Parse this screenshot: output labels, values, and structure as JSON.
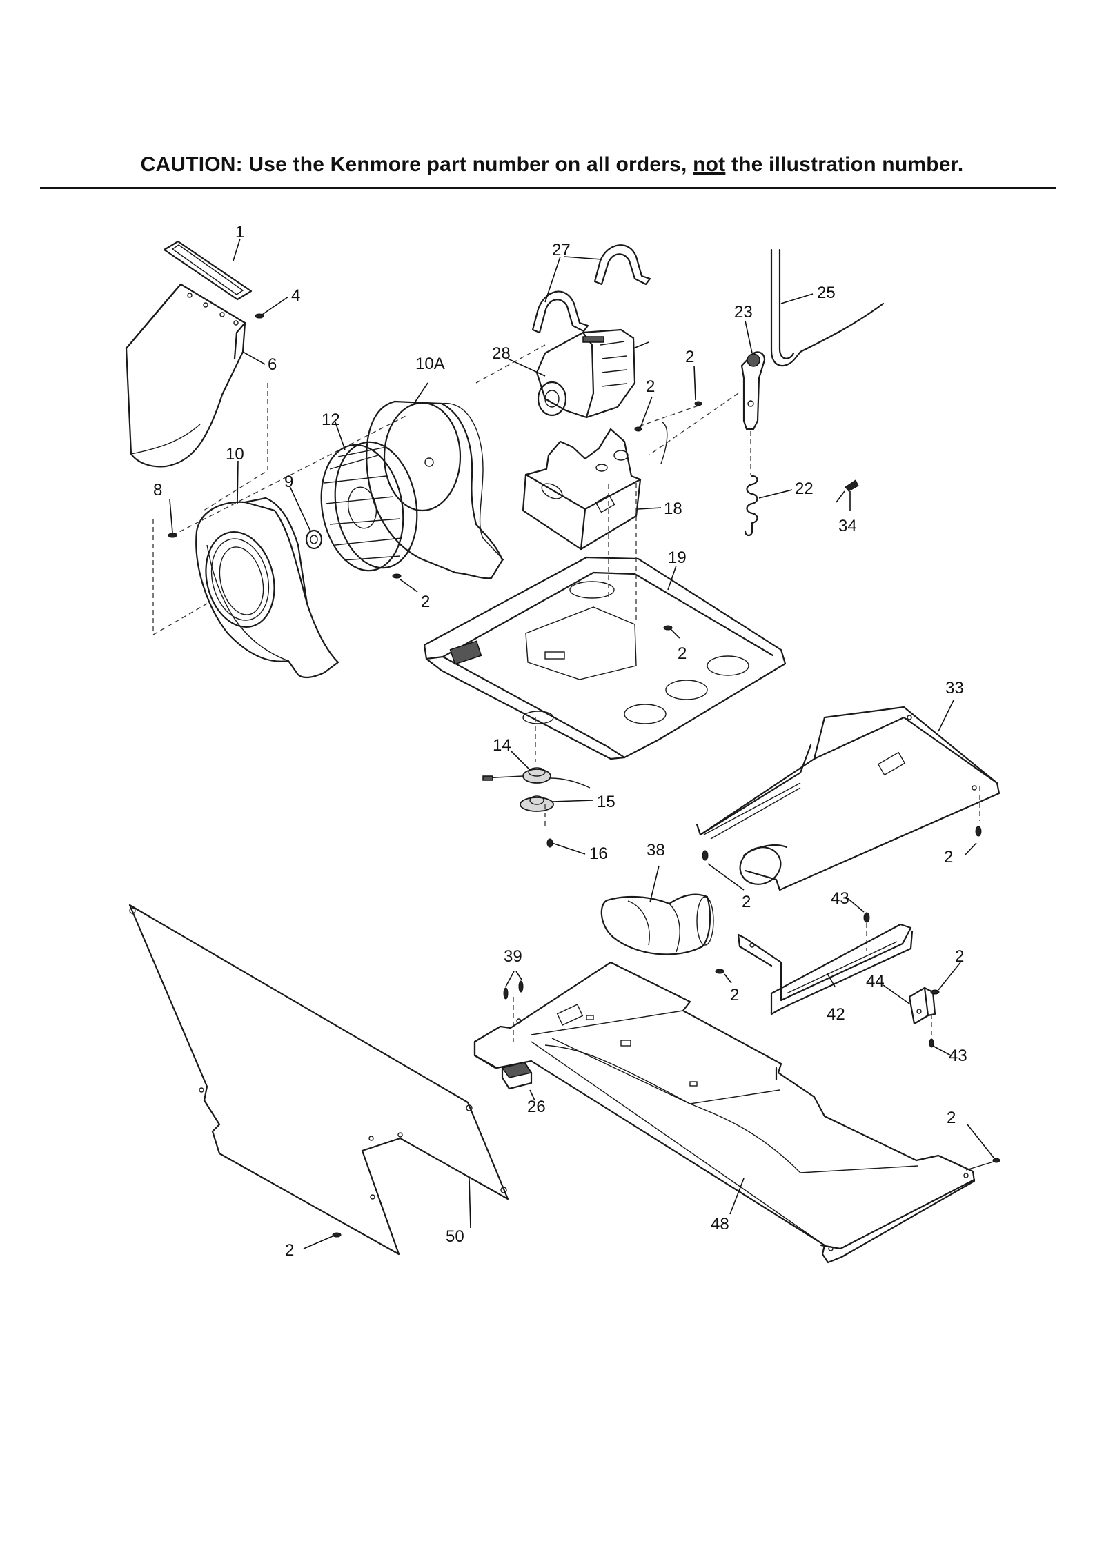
{
  "caption": {
    "before": "CAUTION: Use the Kenmore part number on all orders, ",
    "underlined": "not",
    "after": " the illustration number."
  },
  "callouts": {
    "c1": "1",
    "c4": "4",
    "c6": "6",
    "c10A": "10A",
    "c12": "12",
    "c10": "10",
    "c9": "9",
    "c8": "8",
    "c2_blower": "2",
    "c27": "27",
    "c28": "28",
    "c2_motor_a": "2",
    "c2_motor_b": "2",
    "c23": "23",
    "c25": "25",
    "c18": "18",
    "c22": "22",
    "c34": "34",
    "c19": "19",
    "c2_base": "2",
    "c14": "14",
    "c15": "15",
    "c16": "16",
    "c33": "33",
    "c2_duct": "2",
    "c38": "38",
    "c2_elbow": "2",
    "c43_top": "43",
    "c39": "39",
    "c2_brk": "2",
    "c44": "44",
    "c42": "42",
    "c2_right": "2",
    "c43_bot": "43",
    "c26": "26",
    "c2_far": "2",
    "c48": "48",
    "c50": "50",
    "c2_panel": "2"
  }
}
